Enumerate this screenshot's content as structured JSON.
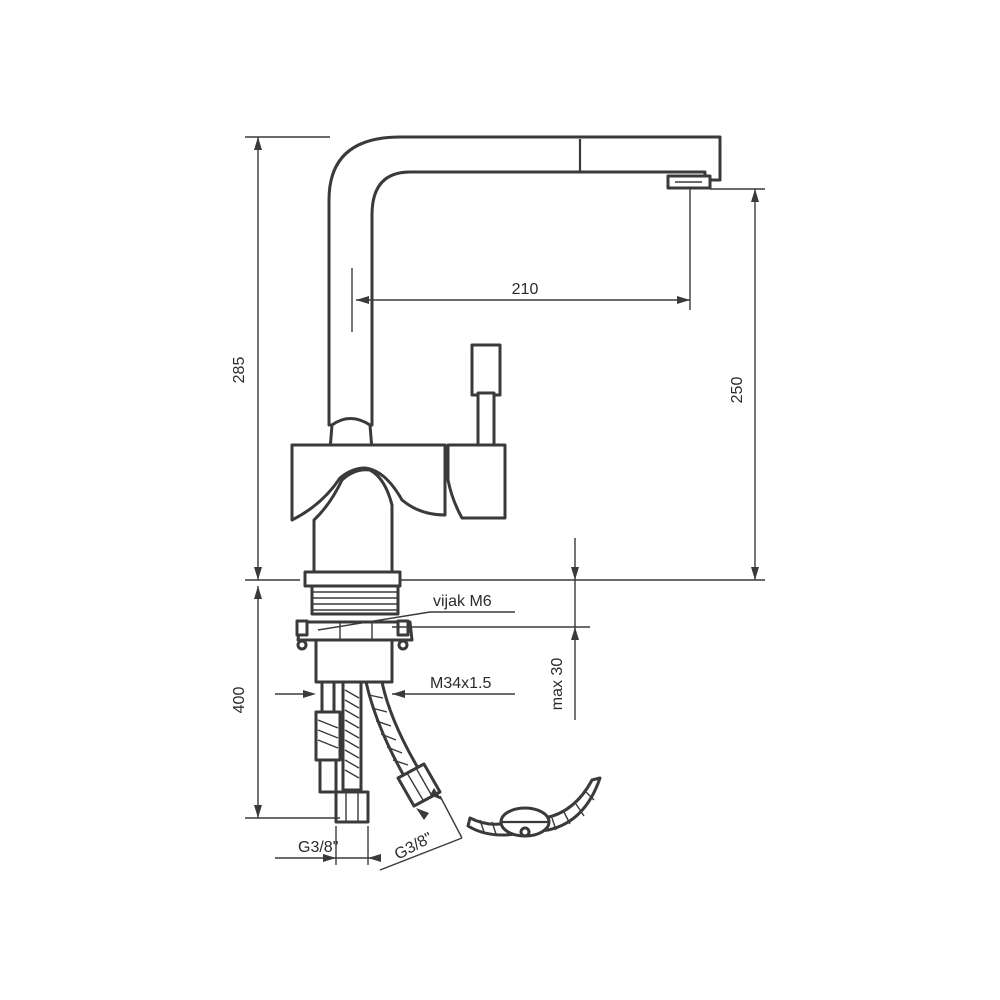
{
  "dimensions": {
    "total_height": "285",
    "spout_reach": "210",
    "spout_height": "250",
    "below_deck_length": "400",
    "max_deck_thickness": "max 30"
  },
  "callouts": {
    "mounting_screw": "vijak M6",
    "thread_size": "M34x1.5",
    "hose_connector_left": "G3/8\"",
    "hose_connector_right": "G3/8\""
  }
}
